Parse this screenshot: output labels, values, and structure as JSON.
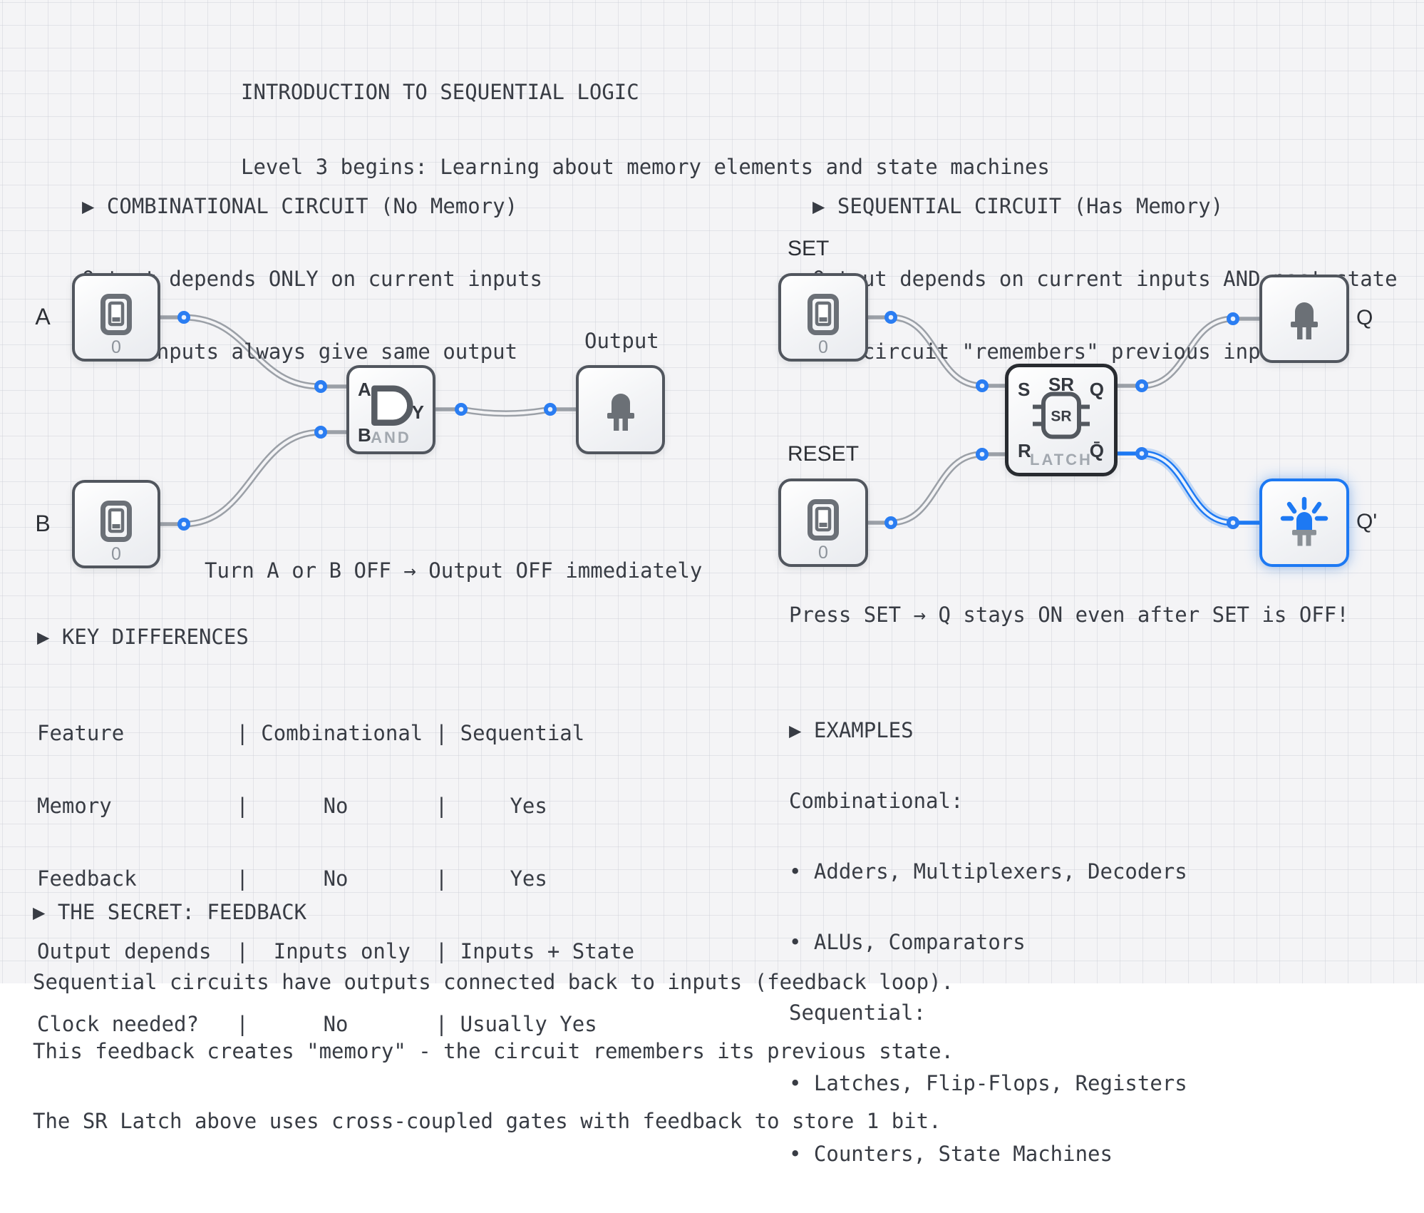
{
  "title": {
    "line1": "INTRODUCTION TO SEQUENTIAL LOGIC",
    "line2": "Level 3 begins: Learning about memory elements and state machines"
  },
  "combinational": {
    "header": "▶ COMBINATIONAL CIRCUIT (No Memory)",
    "desc1": "Output depends ONLY on current inputs",
    "desc2": "Same inputs always give same output",
    "caption": "Turn A or B OFF → Output OFF immediately",
    "input_a_label": "A",
    "input_b_label": "B",
    "switch_a_value": "0",
    "switch_b_value": "0",
    "gate_input_a": "A",
    "gate_input_b": "B",
    "gate_output": "Y",
    "gate_label": "AND",
    "output_label": "Output"
  },
  "sequential": {
    "header": "▶ SEQUENTIAL CIRCUIT (Has Memory)",
    "desc1": "Output depends on current inputs AND past state",
    "desc2": "The circuit \"remembers\" previous inputs",
    "caption": "Press SET → Q stays ON even after SET is OFF!",
    "set_label": "SET",
    "reset_label": "RESET",
    "set_switch_value": "0",
    "reset_switch_value": "0",
    "latch": {
      "s": "S",
      "r": "R",
      "q": "Q",
      "qbar": "Q̄",
      "top": "SR",
      "chip": "SR",
      "bottom": "LATCH"
    },
    "q_output_label": "Q",
    "qprime_output_label": "Q'"
  },
  "key_differences": {
    "header": "▶ KEY DIFFERENCES",
    "rows": [
      "Feature         | Combinational | Sequential",
      "Memory          |      No       |     Yes",
      "Feedback        |      No       |     Yes",
      "Output depends  |  Inputs only  | Inputs + State",
      "Clock needed?   |      No       | Usually Yes"
    ]
  },
  "examples": {
    "header": "▶ EXAMPLES",
    "lines": [
      "Combinational:",
      "• Adders, Multiplexers, Decoders",
      "• ALUs, Comparators",
      "Sequential:",
      "• Latches, Flip-Flops, Registers",
      "• Counters, State Machines"
    ]
  },
  "secret": {
    "header": "▶ THE SECRET: FEEDBACK",
    "lines": [
      "Sequential circuits have outputs connected back to inputs (feedback loop).",
      "This feedback creates \"memory\" - the circuit remembers its previous state.",
      "The SR Latch above uses cross-coupled gates with feedback to store 1 bit."
    ]
  },
  "colors": {
    "background": "#f4f4f6",
    "accent_blue": "#1d79f3",
    "wire_gray": "#9ba0a7",
    "component_border": "#51565e",
    "latch_border": "#282b30",
    "icon_gray": "#6b7077",
    "text": "#383c44",
    "muted": "#a2a8af"
  }
}
